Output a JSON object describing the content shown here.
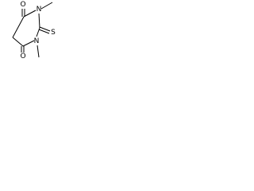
{
  "structure": {
    "atoms": {
      "o_top": "O",
      "n_top": "N",
      "ch3_top": "",
      "s": "S",
      "n_bottom": "N",
      "ch3_bottom": "",
      "o_bottom": "O"
    }
  },
  "colors": {
    "background": "#ffffff",
    "bond": "#000000",
    "label": "#000000"
  }
}
